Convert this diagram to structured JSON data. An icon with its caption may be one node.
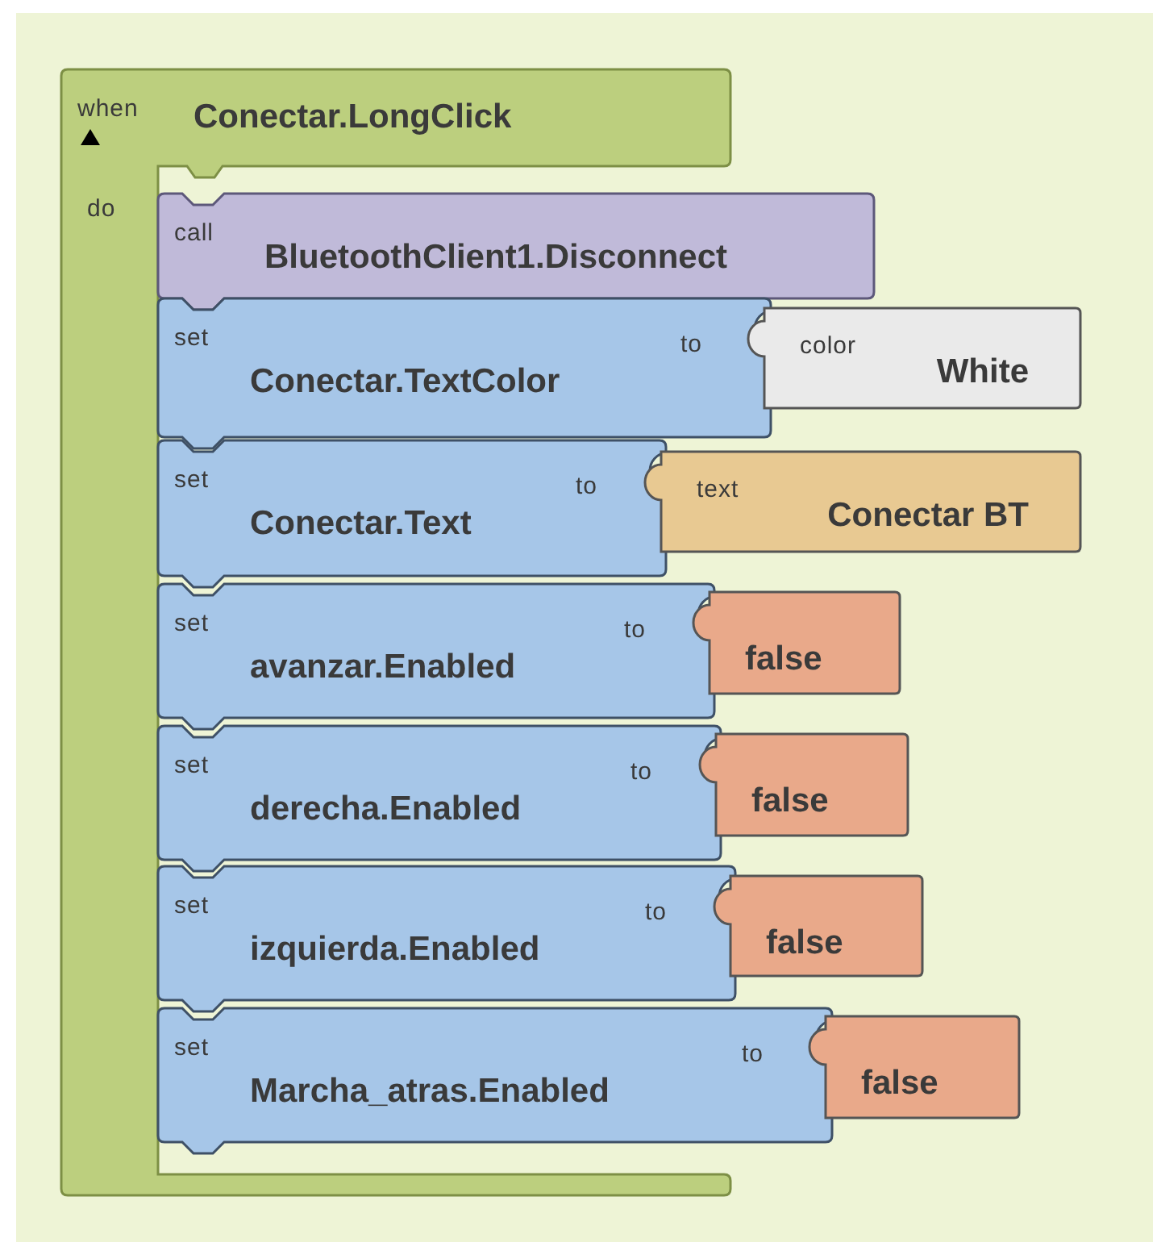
{
  "diagram": {
    "nodes": [
      {
        "text": [
          "when",
          "Conectar.LongClick",
          "do"
        ]
      },
      {
        "text": [
          "call",
          "BluetoothClient1.Disconnect"
        ]
      },
      {
        "text": [
          "set",
          "Conectar.TextColor",
          "to"
        ]
      },
      {
        "text": [
          "color",
          "White"
        ]
      },
      {
        "text": [
          "set",
          "Conectar.Text",
          "to"
        ]
      },
      {
        "text": [
          "text",
          "Conectar BT"
        ]
      },
      {
        "text": [
          "set",
          "avanzar.Enabled",
          "to"
        ]
      },
      {
        "text": [
          "false"
        ]
      },
      {
        "text": [
          "set",
          "derecha.Enabled",
          "to"
        ]
      },
      {
        "text": [
          "false"
        ]
      },
      {
        "text": [
          "set",
          "izquierda.Enabled",
          "to"
        ]
      },
      {
        "text": [
          "false"
        ]
      },
      {
        "text": [
          "set",
          "Marcha_atras.Enabled",
          "to"
        ]
      },
      {
        "text": [
          "false"
        ]
      }
    ],
    "edges": []
  }
}
